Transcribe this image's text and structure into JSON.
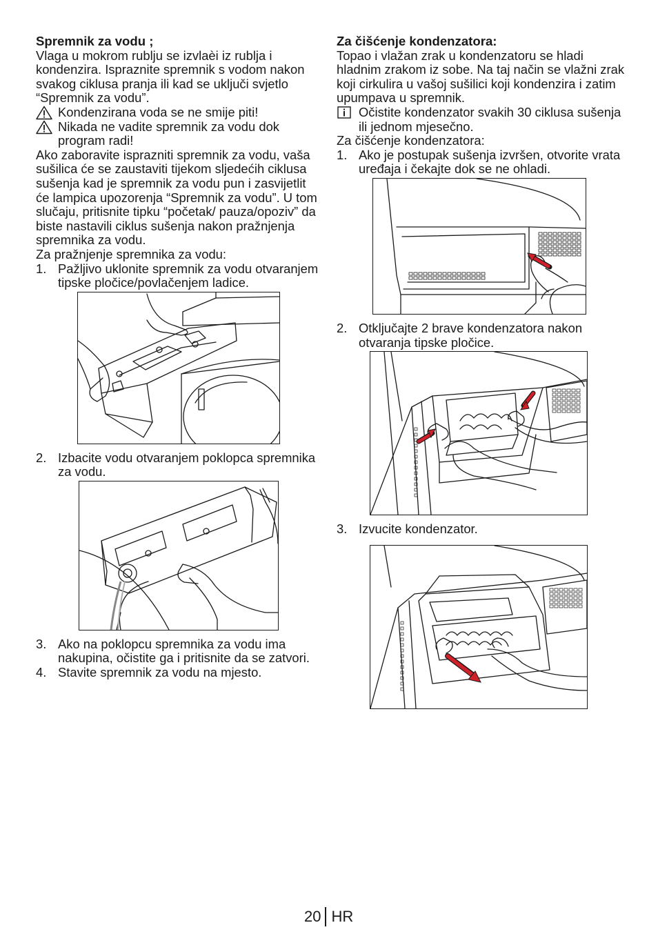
{
  "left": {
    "title": "Spremnik za vodu ;",
    "intro": "Vlaga u mokrom rublju se izvlaèi iz rublja i kondenzira. Ispraznite spremnik s vodom nakon svakog ciklusa pranja ili kad se uključi svjetlo “Spremnik za vodu”.",
    "warning1": "Kondenzirana voda se ne smije piti!",
    "warning2": "Nikada ne vadite spremnik za vodu dok program radi!",
    "paragraph": "Ako zaboravite isprazniti spremnik za vodu, vaša sušilica će se zaustaviti tijekom sljedećih ciklusa sušenja kad je spremnik za vodu pun i zasvijetlit će lampica upozorenja “Spremnik za vodu”. U tom slučaju, pritisnite tipku “početak/ pauza/opoziv” da biste nastavili ciklus sušenja nakon pražnjenja spremnika za vodu.",
    "steps_intro": "Za pražnjenje spremnika za vodu:",
    "steps": [
      {
        "num": "1.",
        "text": "Pažljivo uklonite spremnik za vodu otvaranjem tipske pločice/povlačenjem ladice."
      },
      {
        "num": "2.",
        "text": "Izbacite vodu otvaranjem poklopca spremnika za vodu."
      },
      {
        "num": "3.",
        "text": "Ako na poklopcu spremnika za vodu ima nakupina, očistite ga i pritisnite da se zatvori."
      },
      {
        "num": "4.",
        "text": "Stavite spremnik za vodu na mjesto."
      }
    ]
  },
  "right": {
    "title": "Za čišćenje kondenzatora:",
    "intro": "Topao i vlažan zrak u kondenzatoru se hladi hladnim zrakom iz sobe. Na taj način se vlažni zrak koji cirkulira u vašoj sušilici koji kondenzira i zatim upumpava u spremnik.",
    "info": "Očistite kondenzator svakih 30 ciklusa sušenja ili jednom mjesečno.",
    "steps_intro": "Za čišćenje kondenzatora:",
    "steps": [
      {
        "num": "1.",
        "text": "Ako je postupak sušenja izvršen, otvorite vrata uređaja i čekajte dok se ne ohladi."
      },
      {
        "num": "2.",
        "text": "Otključajte 2 brave kondenzatora nakon otvaranja tipske pločice."
      },
      {
        "num": "3.",
        "text": "Izvucite kondenzator."
      }
    ]
  },
  "footer": {
    "page_number": "20",
    "language": "HR"
  },
  "colors": {
    "text": "#1a1a1a",
    "arrow": "#d0202a"
  },
  "icons": [
    "warning-triangle-icon",
    "info-icon"
  ]
}
